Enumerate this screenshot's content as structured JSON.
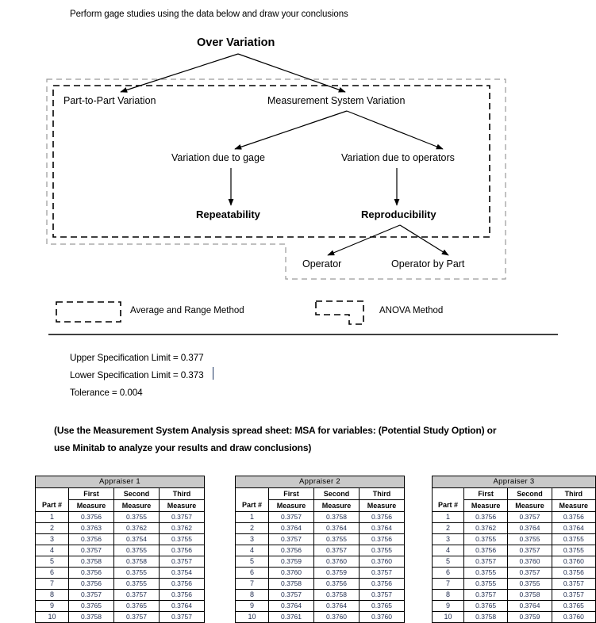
{
  "instruction": "Perform gage studies using the data below and draw your conclusions",
  "diagram": {
    "title": "Over Variation",
    "nodes": {
      "part_to_part": "Part-to-Part Variation",
      "measurement_system": "Measurement System Variation",
      "variation_gage": "Variation due to gage",
      "variation_operators": "Variation due to operators",
      "repeatability": "Repeatability",
      "reproducibility": "Reproducibility",
      "operator": "Operator",
      "operator_by_part": "Operator by Part"
    },
    "legend": [
      {
        "label": "Average and Range  Method",
        "style": "solid-dashed-box",
        "color": "#000000"
      },
      {
        "label": "ANOVA Method",
        "style": "stepped-dashed-box",
        "color": "#000000"
      }
    ]
  },
  "specifications": {
    "upper": "Upper Specification Limit = 0.377",
    "lower": "Lower Specification Limit = 0.373",
    "tolerance": "Tolerance = 0.004"
  },
  "note": "(Use the Measurement System Analysis spread sheet: MSA for variables: (Potential Study Option) or use Minitab to analyze your results and draw conclusions)",
  "tables": [
    {
      "title": "Appraiser 1",
      "part_header": "Part #",
      "columns": [
        "First Measure",
        "Second Measure",
        "Third Measure"
      ],
      "column_lines": [
        [
          "First",
          "Measure"
        ],
        [
          "Second",
          "Measure"
        ],
        [
          "Third",
          "Measure"
        ]
      ],
      "rows": [
        {
          "part": "1",
          "values": [
            "0.3756",
            "0.3755",
            "0.3757"
          ]
        },
        {
          "part": "2",
          "values": [
            "0.3763",
            "0.3762",
            "0.3762"
          ]
        },
        {
          "part": "3",
          "values": [
            "0.3756",
            "0.3754",
            "0.3755"
          ]
        },
        {
          "part": "4",
          "values": [
            "0.3757",
            "0.3755",
            "0.3756"
          ]
        },
        {
          "part": "5",
          "values": [
            "0.3758",
            "0.3758",
            "0.3757"
          ]
        },
        {
          "part": "6",
          "values": [
            "0.3756",
            "0.3755",
            "0.3754"
          ]
        },
        {
          "part": "7",
          "values": [
            "0.3756",
            "0.3755",
            "0.3756"
          ]
        },
        {
          "part": "8",
          "values": [
            "0.3757",
            "0.3757",
            "0.3756"
          ]
        },
        {
          "part": "9",
          "values": [
            "0.3765",
            "0.3765",
            "0.3764"
          ]
        },
        {
          "part": "10",
          "values": [
            "0.3758",
            "0.3757",
            "0.3757"
          ]
        }
      ]
    },
    {
      "title": "Appraiser 2",
      "part_header": "Part #",
      "columns": [
        "First Measure",
        "Second Measure",
        "Third Measure"
      ],
      "column_lines": [
        [
          "First",
          "Measure"
        ],
        [
          "Second",
          "Measure"
        ],
        [
          "Third",
          "Measure"
        ]
      ],
      "rows": [
        {
          "part": "1",
          "values": [
            "0.3757",
            "0.3758",
            "0.3756"
          ]
        },
        {
          "part": "2",
          "values": [
            "0.3764",
            "0.3764",
            "0.3764"
          ]
        },
        {
          "part": "3",
          "values": [
            "0.3757",
            "0.3755",
            "0.3756"
          ]
        },
        {
          "part": "4",
          "values": [
            "0.3756",
            "0.3757",
            "0.3755"
          ]
        },
        {
          "part": "5",
          "values": [
            "0.3759",
            "0.3760",
            "0.3760"
          ]
        },
        {
          "part": "6",
          "values": [
            "0.3760",
            "0.3759",
            "0.3757"
          ]
        },
        {
          "part": "7",
          "values": [
            "0.3758",
            "0.3756",
            "0.3756"
          ]
        },
        {
          "part": "8",
          "values": [
            "0.3757",
            "0.3758",
            "0.3757"
          ]
        },
        {
          "part": "9",
          "values": [
            "0.3764",
            "0.3764",
            "0.3765"
          ]
        },
        {
          "part": "10",
          "values": [
            "0.3761",
            "0.3760",
            "0.3760"
          ]
        }
      ]
    },
    {
      "title": "Appraiser 3",
      "part_header": "Part #",
      "columns": [
        "First Measure",
        "Second Measure",
        "Third Measure"
      ],
      "column_lines": [
        [
          "First",
          "Measure"
        ],
        [
          "Second",
          "Measure"
        ],
        [
          "Third",
          "Measure"
        ]
      ],
      "rows": [
        {
          "part": "1",
          "values": [
            "0.3756",
            "0.3757",
            "0.3756"
          ]
        },
        {
          "part": "2",
          "values": [
            "0.3762",
            "0.3764",
            "0.3764"
          ]
        },
        {
          "part": "3",
          "values": [
            "0.3755",
            "0.3755",
            "0.3755"
          ]
        },
        {
          "part": "4",
          "values": [
            "0.3756",
            "0.3757",
            "0.3755"
          ]
        },
        {
          "part": "5",
          "values": [
            "0.3757",
            "0.3760",
            "0.3760"
          ]
        },
        {
          "part": "6",
          "values": [
            "0.3755",
            "0.3757",
            "0.3756"
          ]
        },
        {
          "part": "7",
          "values": [
            "0.3755",
            "0.3755",
            "0.3757"
          ]
        },
        {
          "part": "8",
          "values": [
            "0.3757",
            "0.3758",
            "0.3757"
          ]
        },
        {
          "part": "9",
          "values": [
            "0.3765",
            "0.3764",
            "0.3765"
          ]
        },
        {
          "part": "10",
          "values": [
            "0.3758",
            "0.3759",
            "0.3760"
          ]
        }
      ]
    }
  ]
}
